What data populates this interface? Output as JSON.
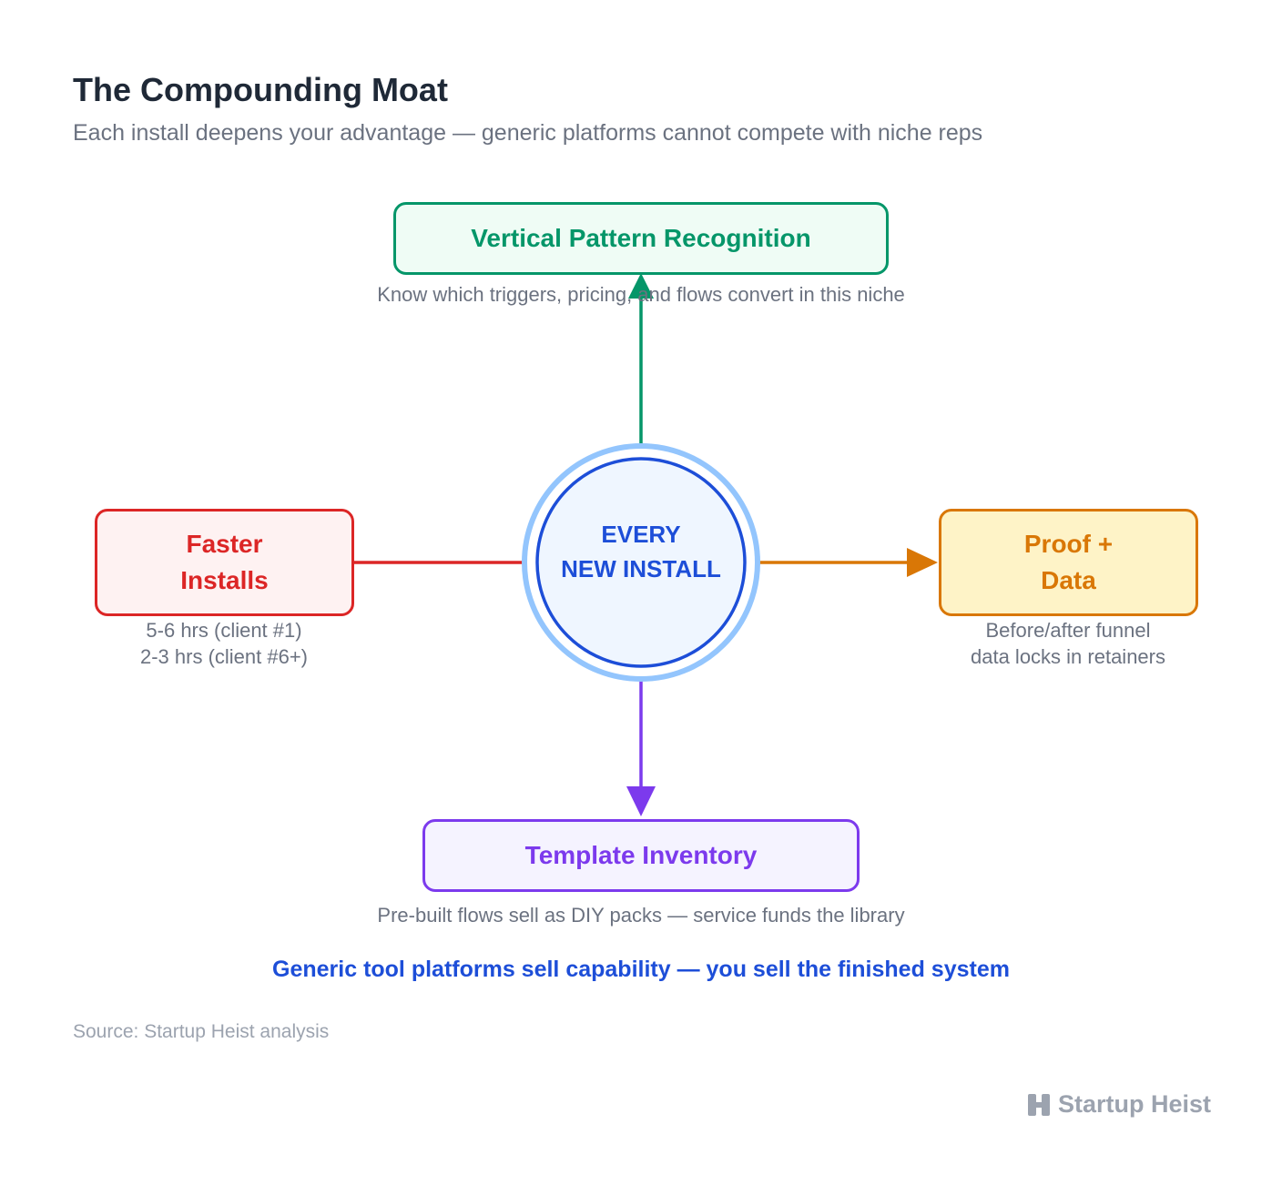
{
  "header": {
    "title": "The Compounding Moat",
    "subtitle": "Each install deepens your advantage — generic platforms cannot compete with niche reps"
  },
  "center": {
    "lines": [
      "EVERY",
      "NEW INSTALL"
    ]
  },
  "nodes": {
    "top": {
      "label": "Vertical Pattern Recognition",
      "description": "Know which triggers, pricing, and flows convert in this niche",
      "color": "#059669"
    },
    "left": {
      "label_lines": [
        "Faster",
        "Installs"
      ],
      "description_lines": [
        "5-6 hrs (client #1)",
        "2-3 hrs (client #6+)"
      ],
      "color": "#dc2626"
    },
    "right": {
      "label_lines": [
        "Proof +",
        "Data"
      ],
      "description_lines": [
        "Before/after funnel",
        "data locks in retainers"
      ],
      "color": "#d97706"
    },
    "bottom": {
      "label": "Template Inventory",
      "description": "Pre-built flows sell as DIY packs — service funds the library",
      "color": "#7c3aed"
    }
  },
  "tagline": "Generic tool platforms sell capability — you sell the finished system",
  "source": "Source: Startup Heist analysis",
  "brand": {
    "name": "Startup Heist",
    "icon": "heist-logo-icon"
  }
}
